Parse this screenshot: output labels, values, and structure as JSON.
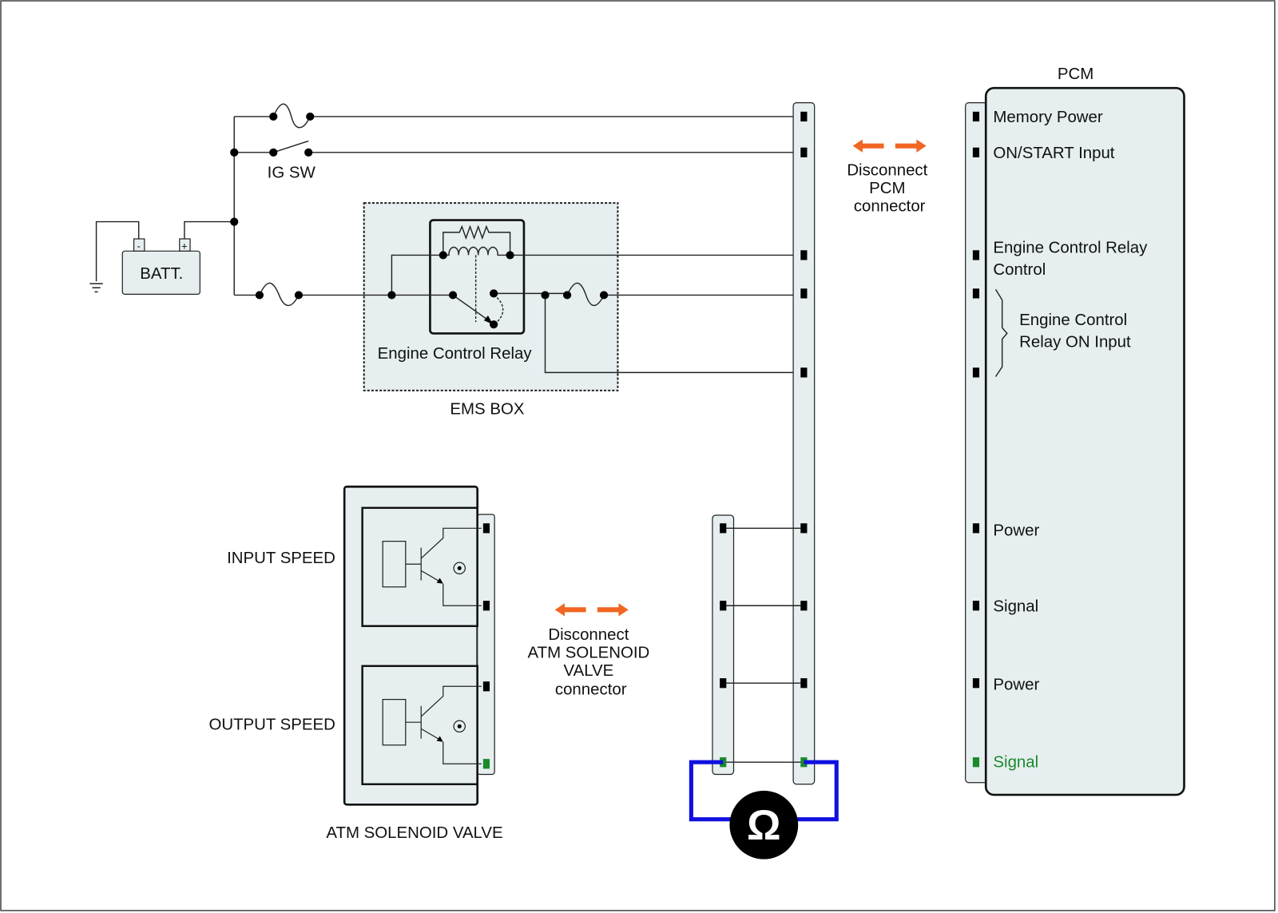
{
  "colors": {
    "fill": "#e6eef0",
    "signal_green": "#1a8a2a",
    "meter_lead": "#1010e0",
    "arrow": "#f26522"
  },
  "battery": {
    "label": "BATT.",
    "neg": "-",
    "pos": "+"
  },
  "ig_switch": {
    "label": "IG SW"
  },
  "ems_box": {
    "label": "EMS BOX",
    "relay_label": "Engine Control Relay"
  },
  "pcm": {
    "title": "PCM",
    "pins": [
      {
        "label": "Memory Power"
      },
      {
        "label": "ON/START  Input"
      },
      {
        "label": "Engine Control Relay",
        "label2": "Control"
      },
      {
        "label": "Engine Control",
        "label2": "Relay ON Input"
      },
      {
        "label": "Power"
      },
      {
        "label": "Signal"
      },
      {
        "label": "Power"
      },
      {
        "label": "Signal",
        "highlight": true
      }
    ]
  },
  "pcm_disconnect": {
    "lines": [
      "Disconnect",
      "PCM",
      "connector"
    ]
  },
  "atm_disconnect": {
    "lines": [
      "Disconnect",
      "ATM SOLENOID",
      "VALVE",
      "connector"
    ]
  },
  "atm": {
    "label": "ATM SOLENOID VALVE",
    "sensors": [
      "INPUT SPEED",
      "OUTPUT SPEED"
    ]
  },
  "meter": {
    "symbol": "Ω",
    "icon": "ohmmeter-icon"
  }
}
